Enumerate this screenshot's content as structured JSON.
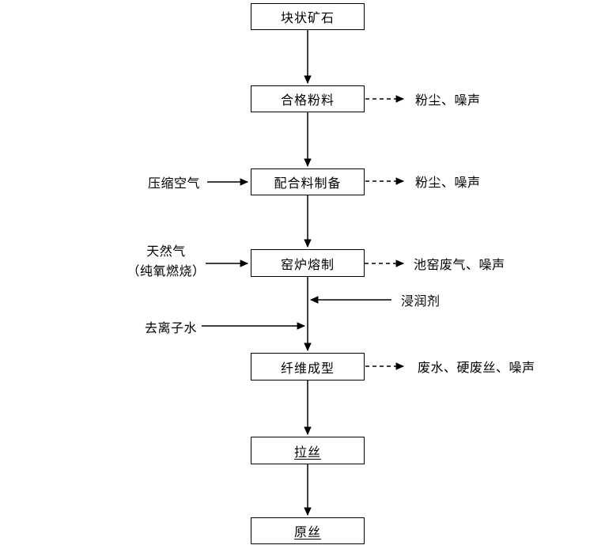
{
  "diagram": {
    "type": "flowchart",
    "background_color": "#ffffff",
    "line_color": "#000000",
    "text_color": "#000000",
    "boxes": [
      {
        "label": "块状矿石",
        "underline": false
      },
      {
        "label": "合格粉料",
        "underline": false
      },
      {
        "label": "配合料制备",
        "underline": false
      },
      {
        "label": "窑炉熔制",
        "underline": false
      },
      {
        "label": "纤维成型",
        "underline": false
      },
      {
        "label": "拉丝",
        "underline": true
      },
      {
        "label": "原丝",
        "underline": true
      }
    ],
    "inputs": {
      "compressed_air": {
        "label": "压缩空气"
      },
      "natural_gas": {
        "line1": "天然气",
        "line2": "（纯氧燃烧）"
      },
      "sizing_agent": {
        "label": "浸润剂"
      },
      "deionized_water": {
        "label": "去离子水"
      }
    },
    "emissions": [
      {
        "label": "粉尘、噪声"
      },
      {
        "label": "粉尘、噪声"
      },
      {
        "label": "池窑废气、噪声"
      },
      {
        "label": "废水、硬废丝、噪声"
      }
    ]
  }
}
